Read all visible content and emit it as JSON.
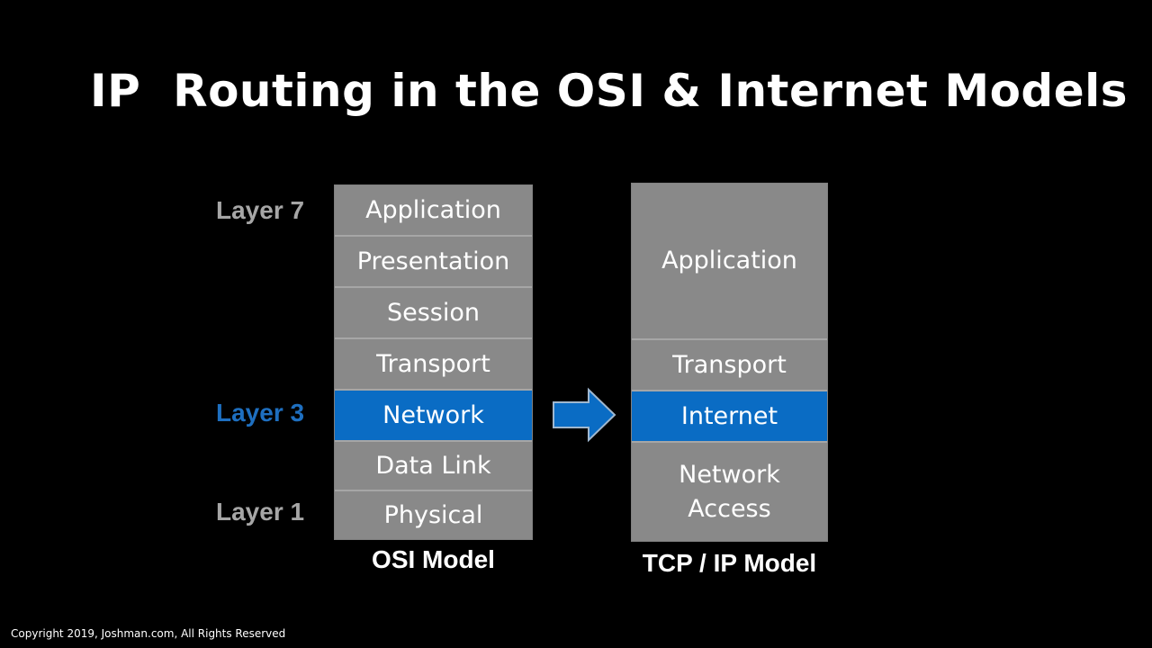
{
  "title": "IP  Routing in the OSI & Internet Models",
  "layer_labels": {
    "layer7": "Layer 7",
    "layer3": "Layer 3",
    "layer1": "Layer 1"
  },
  "osi_model": {
    "caption": "OSI Model",
    "layers": [
      "Application",
      "Presentation",
      "Session",
      "Transport",
      "Network",
      "Data Link",
      "Physical"
    ],
    "highlighted": "Network"
  },
  "tcpip_model": {
    "caption": "TCP / IP Model",
    "layers": [
      "Application",
      "Transport",
      "Internet",
      "Network\nAccess"
    ],
    "highlighted": "Internet"
  },
  "colors": {
    "background": "#000000",
    "cell": "#898989",
    "highlight": "#0a6cc4",
    "label_gray": "#a6a6a6",
    "label_blue": "#1e6fc0"
  },
  "arrow_icon": "right-arrow-icon",
  "footer": "Copyright 2019, Joshman.com, All Rights Reserved"
}
